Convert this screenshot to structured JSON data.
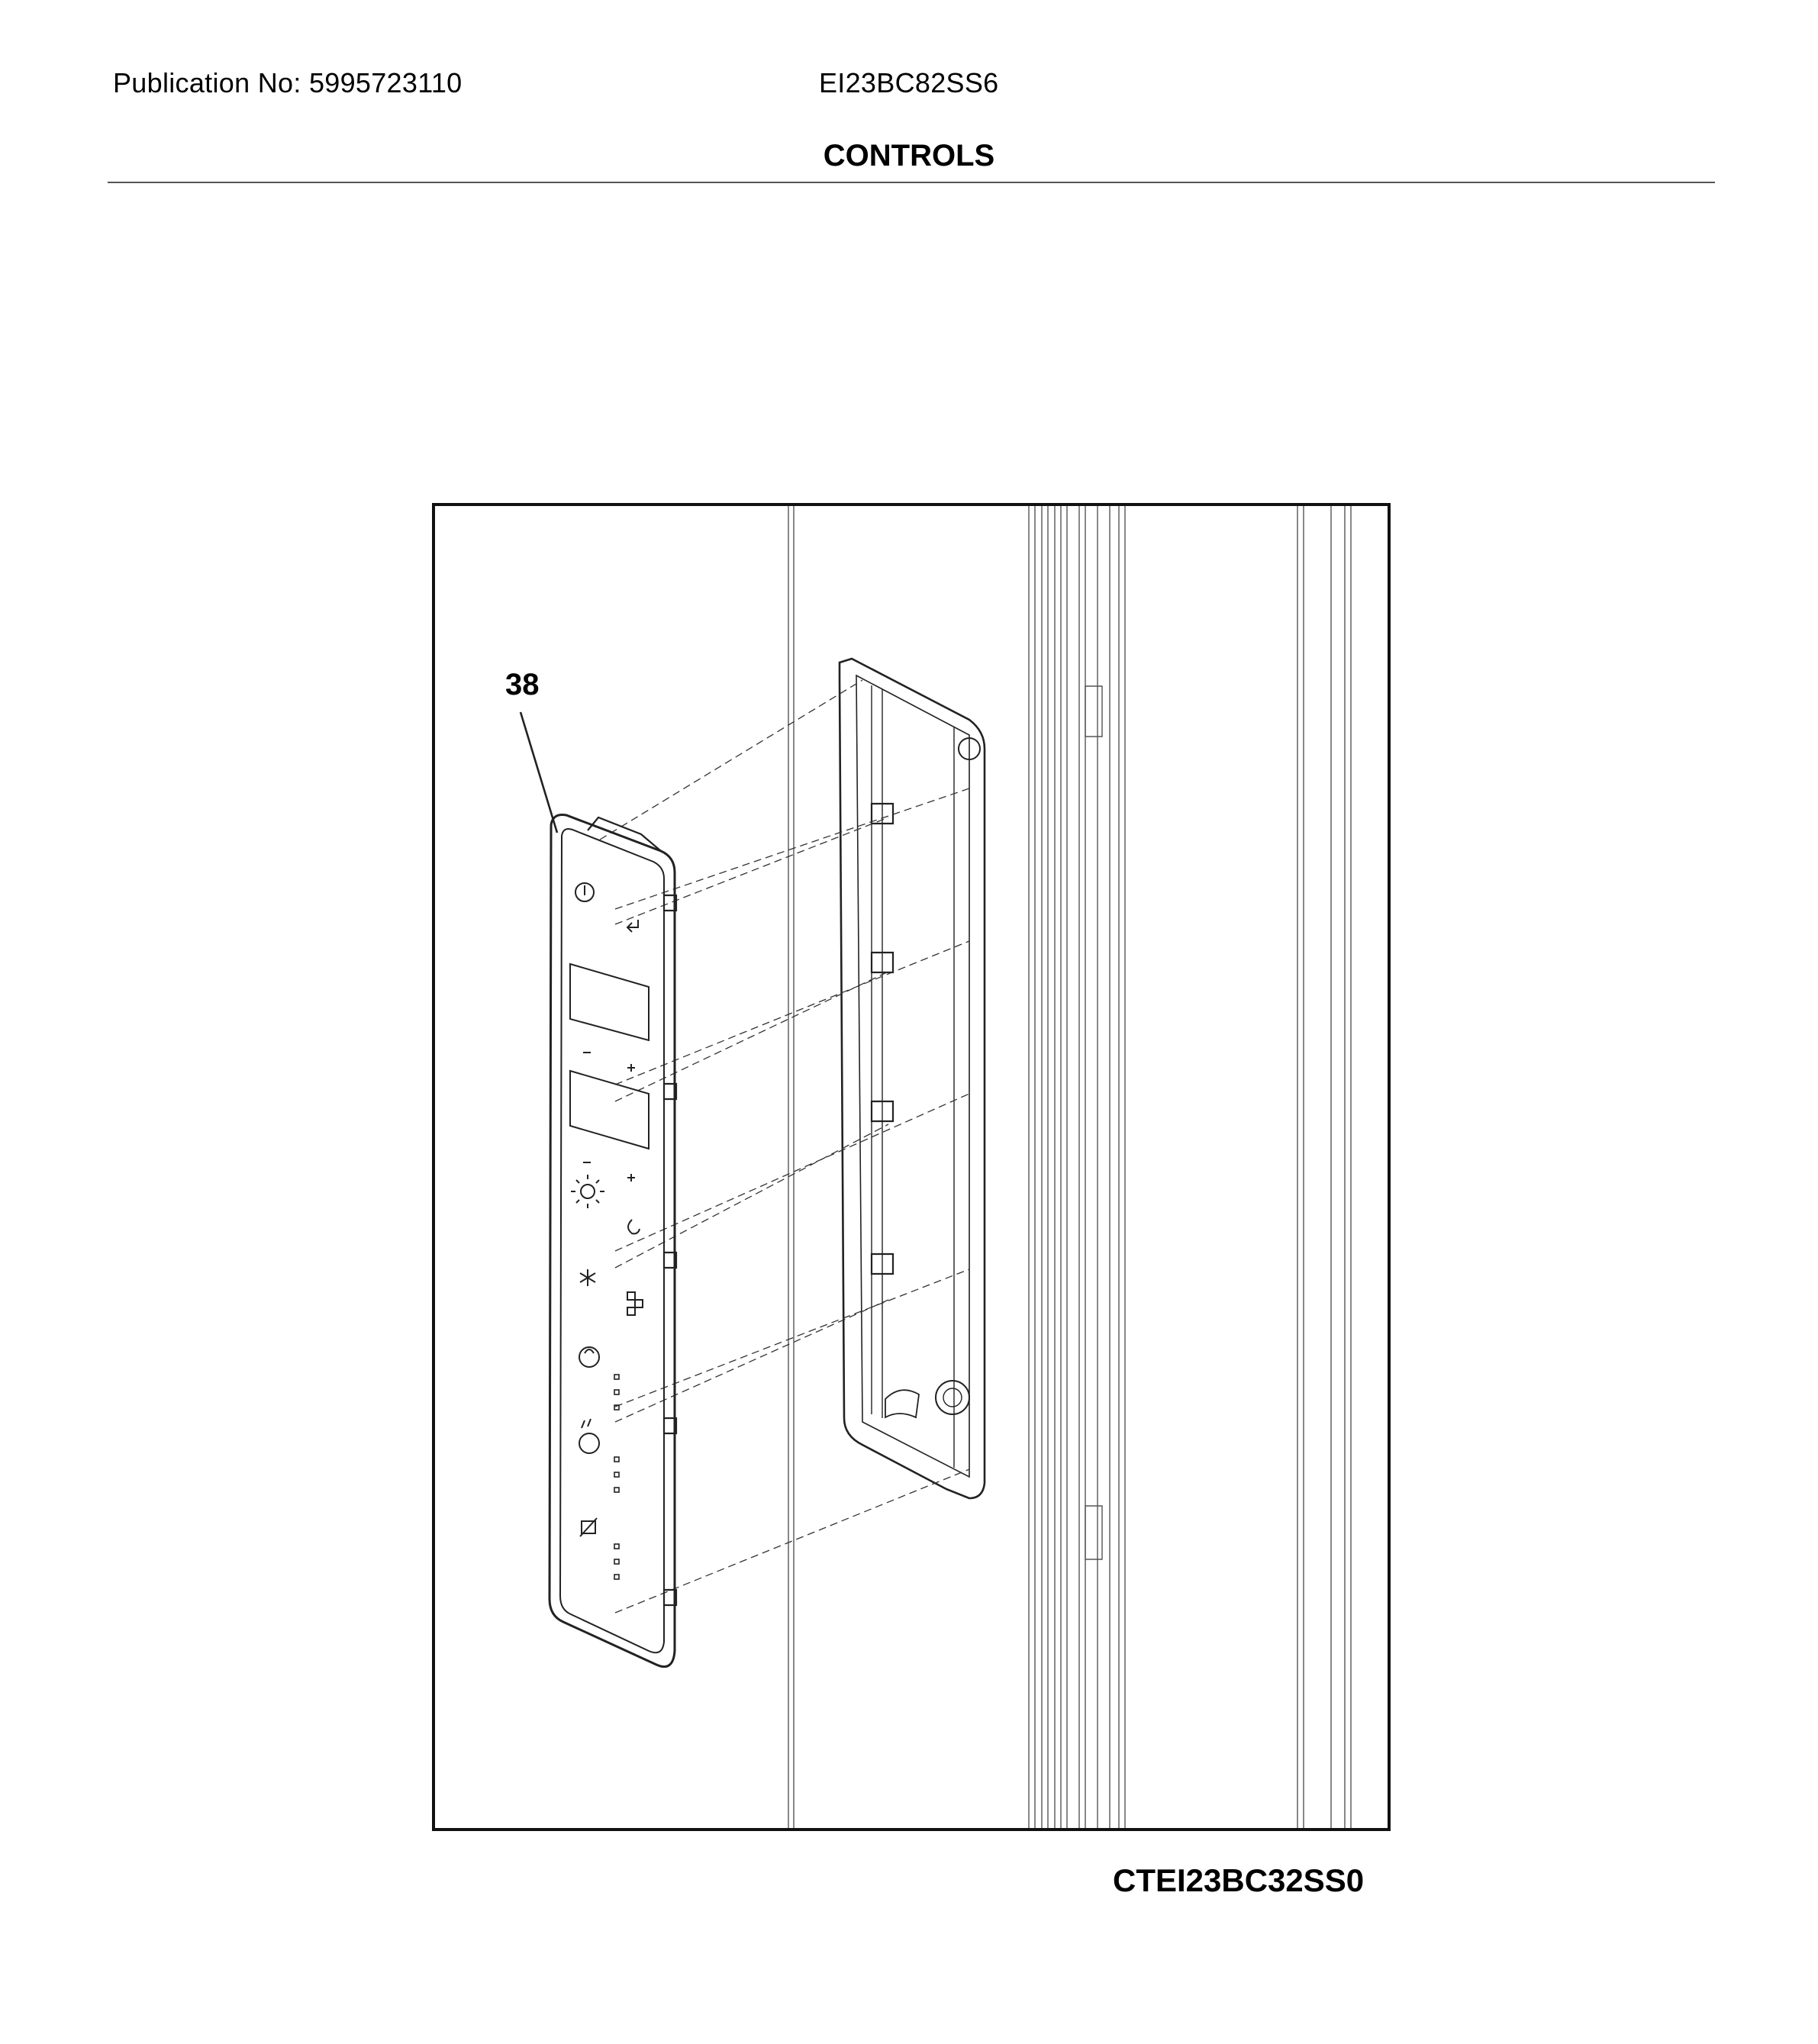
{
  "header": {
    "publication": "Publication No: 5995723110",
    "model": "EI23BC82SS6",
    "section_title": "CONTROLS"
  },
  "diagram": {
    "callouts": [
      {
        "label": "38"
      }
    ],
    "drawing_code": "CTEI23BC32SS0",
    "panel_icons": [
      "power-icon",
      "lock-icon",
      "light-icon",
      "ice-maker-icon",
      "fast-freeze-icon",
      "ice-cubes-icon",
      "water-filter-icon",
      "air-filter-icon",
      "alarm-off-icon"
    ]
  }
}
